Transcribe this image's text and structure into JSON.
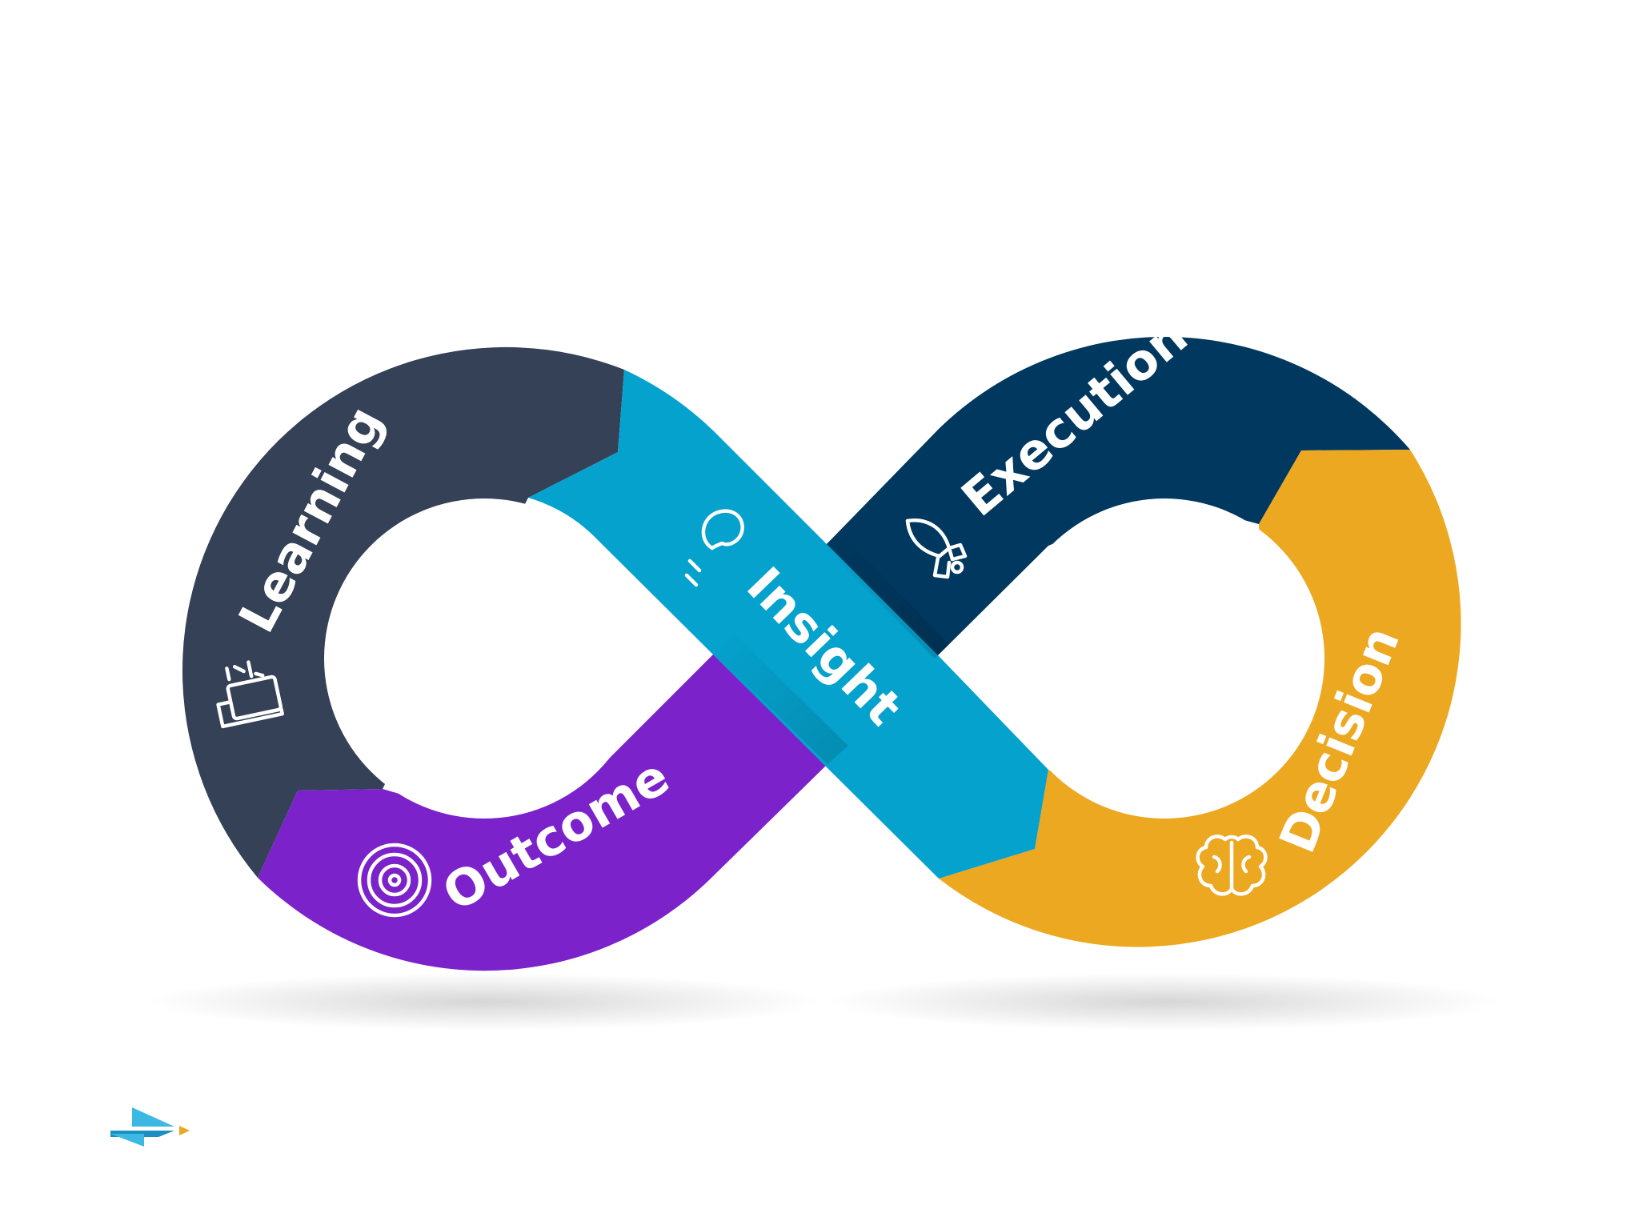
{
  "diagram": {
    "type": "infinity-loop",
    "segments": [
      {
        "id": "learning",
        "label": "Learning",
        "icon": "book-icon",
        "color": "#344156"
      },
      {
        "id": "insight",
        "label": "Insight",
        "icon": "lightbulb-icon",
        "color": "#05A2CD"
      },
      {
        "id": "execution",
        "label": "Execution",
        "icon": "rocket-icon",
        "color": "#00385F"
      },
      {
        "id": "decision",
        "label": "Decision",
        "icon": "brain-icon",
        "color": "#EDA822"
      },
      {
        "id": "outcome",
        "label": "Outcome",
        "icon": "target-icon",
        "color": "#7B22CB"
      }
    ]
  },
  "brand": {
    "logo_icon": "brand-logo-icon",
    "colors": [
      "#3CB9E3",
      "#EDA822"
    ]
  }
}
